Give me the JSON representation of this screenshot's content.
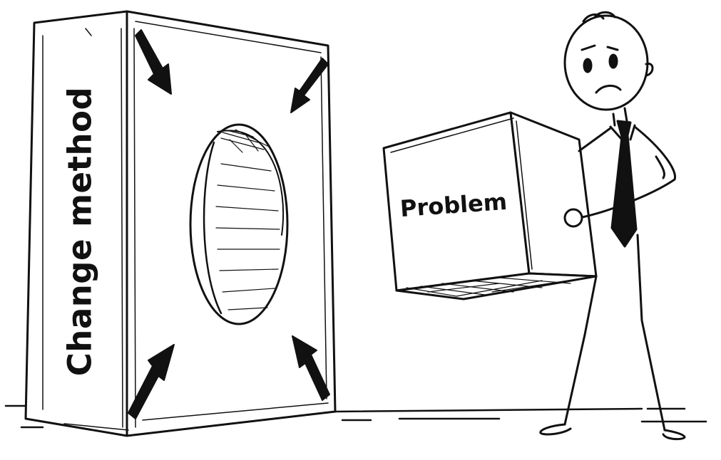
{
  "labels": {
    "board_text": "Change method",
    "cube_text": "Problem"
  },
  "icons": {
    "board": "panel-with-round-hole",
    "cube": "square-cube-block",
    "figure": "stick-figure-businessman",
    "arrows": "inward-arrows-icon"
  },
  "colors": {
    "ink": "#111111",
    "paper": "#ffffff"
  }
}
